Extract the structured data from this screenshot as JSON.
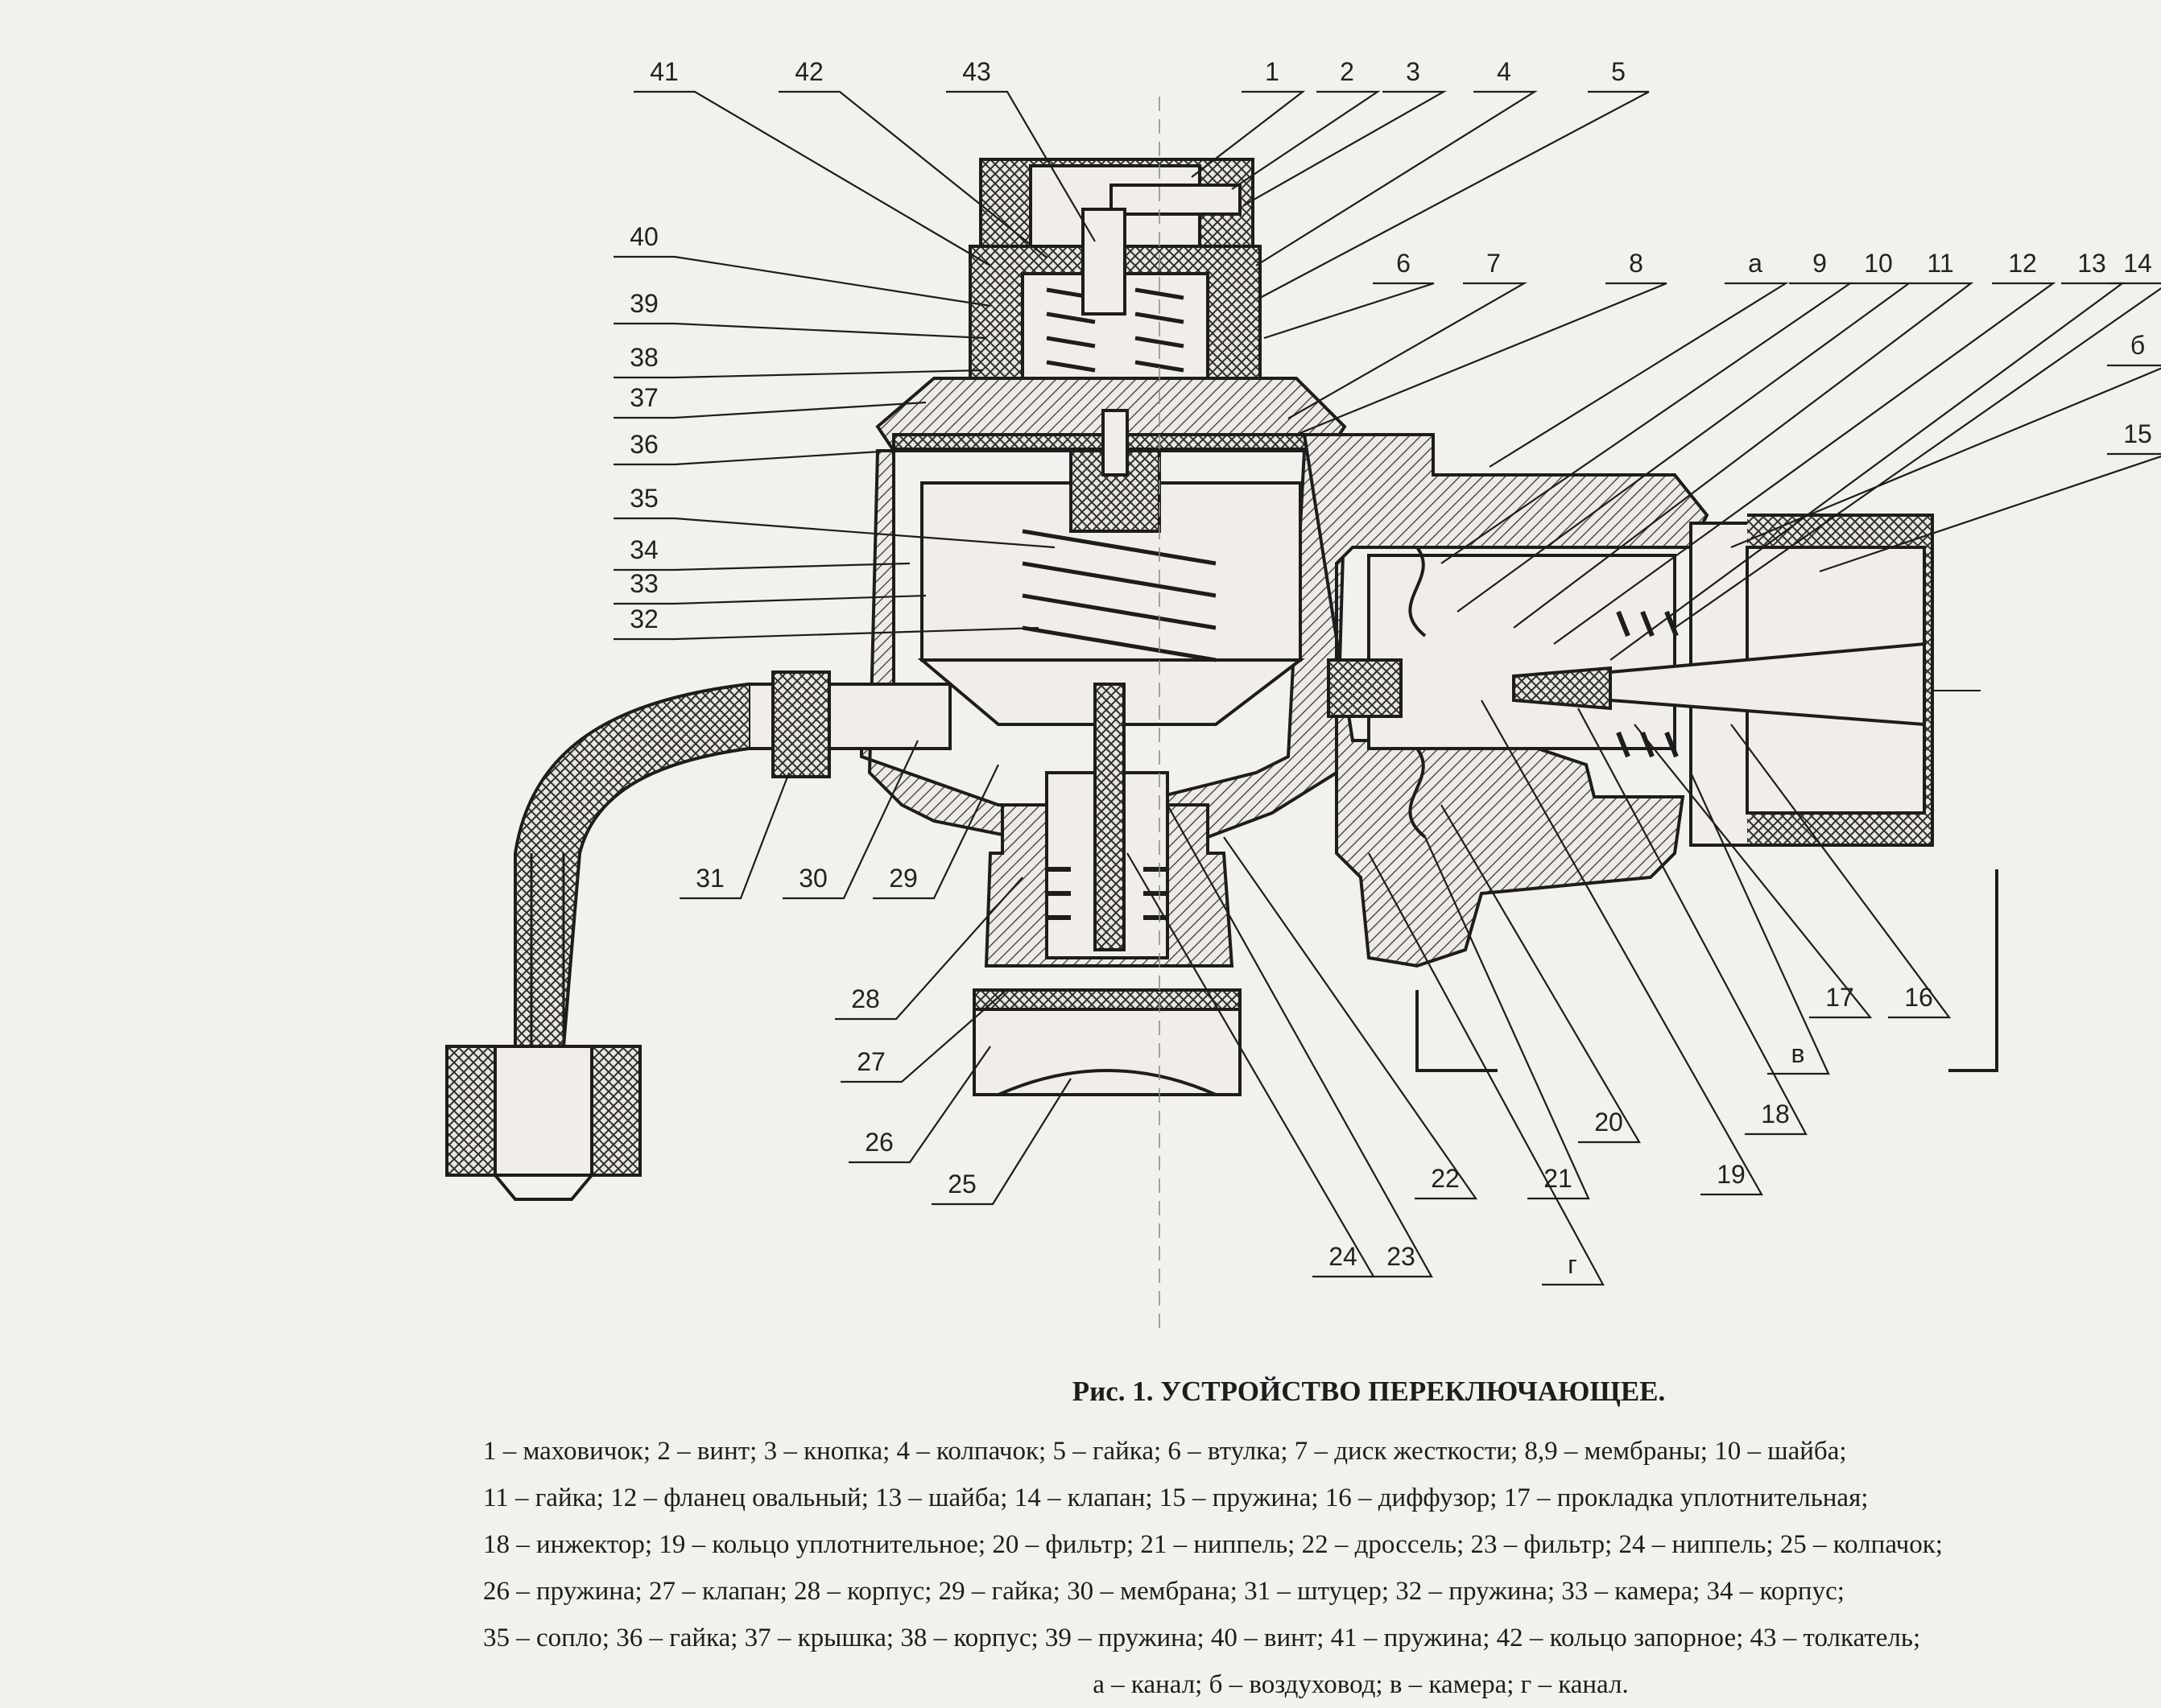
{
  "figure": {
    "title_prefix": "Рис. 1.",
    "title": "УСТРОЙСТВО ПЕРЕКЛЮЧАЮЩЕЕ."
  },
  "callouts": [
    "1",
    "2",
    "3",
    "4",
    "5",
    "6",
    "7",
    "8",
    "а",
    "9",
    "10",
    "11",
    "12",
    "13",
    "14",
    "б",
    "15",
    "16",
    "17",
    "в",
    "18",
    "19",
    "20",
    "21",
    "г",
    "22",
    "23",
    "24",
    "25",
    "26",
    "27",
    "28",
    "29",
    "30",
    "31",
    "32",
    "33",
    "34",
    "35",
    "36",
    "37",
    "38",
    "39",
    "40",
    "41",
    "42",
    "43"
  ],
  "legend_lines": [
    "1 – маховичок; 2 – винт; 3 – кнопка; 4 – колпачок; 5 – гайка; 6 – втулка; 7 – диск жесткости; 8,9 – мембраны; 10 – шайба;",
    "11 – гайка; 12 – фланец овальный; 13 – шайба; 14 – клапан; 15 – пружина; 16 – диффузор; 17 – прокладка уплотнительная;",
    "18 – инжектор; 19 – кольцо уплотнительное; 20 – фильтр; 21 – ниппель; 22 – дроссель; 23 – фильтр; 24 – ниппель; 25 – колпачок;",
    "26 – пружина; 27 – клапан; 28 – корпус; 29 – гайка; 30 – мембрана; 31 – штуцер; 32 – пружина; 33 – камера; 34 – корпус;",
    "35 – сопло; 36 – гайка; 37 – крышка; 38 – корпус; 39 – пружина; 40 – винт; 41 – пружина; 42 – кольцо запорное; 43 – толкатель;",
    "а – канал; б – воздуховод; в – камера; г – канал."
  ],
  "colors": {
    "paper": "#f3f1ee",
    "ink": "#1c1c1c",
    "hatch": "#3a3a3a"
  }
}
